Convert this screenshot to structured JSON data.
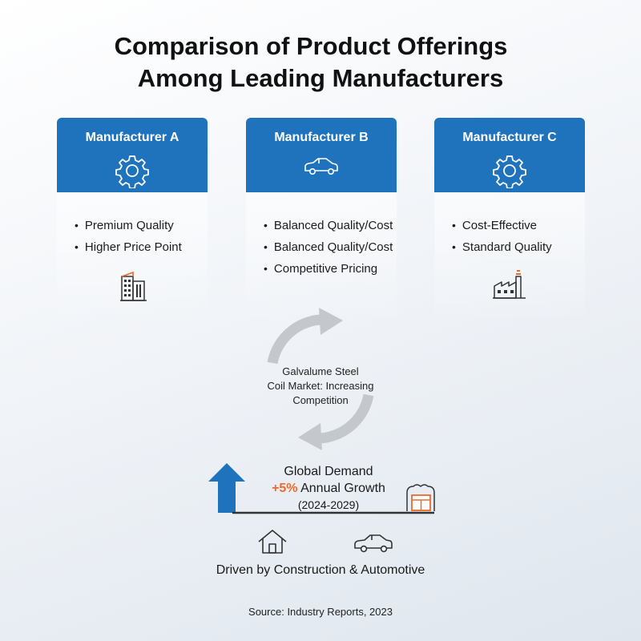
{
  "title": {
    "line1": "Comparison of Product Offerings",
    "line2": "Among Leading Manufacturers"
  },
  "manufacturers": [
    {
      "name": "Manufacturer A",
      "header_icon": "gear-icon",
      "points": [
        "Premium Quality",
        "Higher Price Point"
      ],
      "footer_icon": "office-building-icon"
    },
    {
      "name": "Manufacturer B",
      "header_icon": "car-icon",
      "points": [
        "Balanced Quality/Cost",
        "Balanced Quality/Cost",
        "Competitive Pricing"
      ],
      "footer_icon": null
    },
    {
      "name": "Manufacturer C",
      "header_icon": "gear-icon",
      "points": [
        "Cost-Effective",
        "Standard Quality"
      ],
      "footer_icon": "factory-icon"
    }
  ],
  "cycle": {
    "line1": "Galvalume Steel",
    "line2": "Coil Market: Increasing",
    "line3": "Competition"
  },
  "demand": {
    "line1": "Global Demand",
    "growth_value": "+5%",
    "growth_label": "Annual Growth",
    "years": "(2024-2029)"
  },
  "drivers": {
    "text": "Driven by Construction & Automotive",
    "icons": [
      "house-icon",
      "car-icon"
    ]
  },
  "source": "Source: Industry Reports, 2023",
  "colors": {
    "header_blue": "#1f73bd",
    "accent_orange": "#ec6a2c",
    "cycle_gray": "#c4c8cd"
  }
}
